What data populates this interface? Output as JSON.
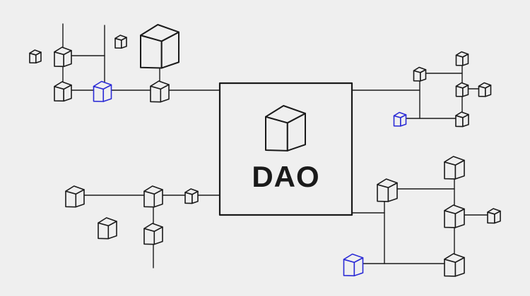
{
  "title": "DAO",
  "colors": {
    "background": "#efefef",
    "stroke": "#1a1a1a",
    "highlight": "#2b2bd6"
  },
  "icons": {
    "central_node": "cube-icon",
    "node": "cube-icon"
  },
  "highlighted_nodes": [
    "left-branch-node-blue",
    "right-branch-node-blue",
    "bottom-right-node-blue"
  ]
}
